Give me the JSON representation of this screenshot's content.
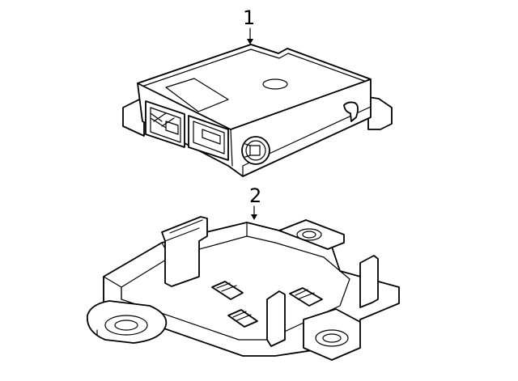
{
  "callouts": [
    {
      "label": "1",
      "part": "control-module"
    },
    {
      "label": "2",
      "part": "mounting-bracket"
    }
  ]
}
